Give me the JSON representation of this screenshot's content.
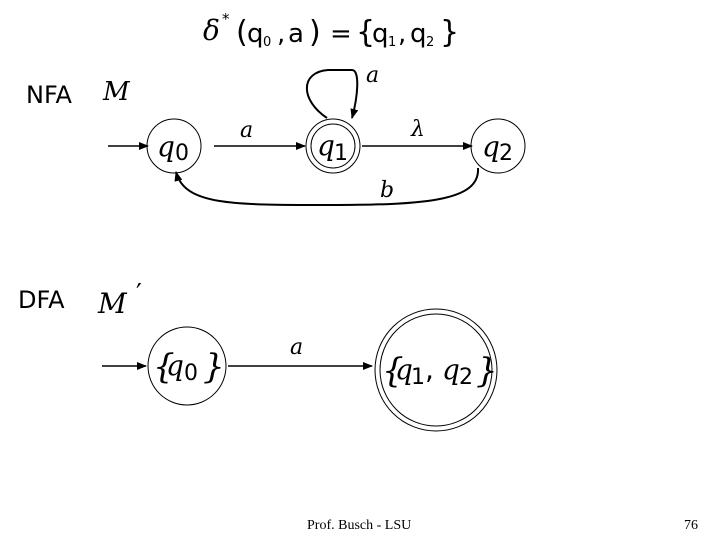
{
  "title": {
    "delta": "δ",
    "star": "*",
    "open_paren": "(",
    "q": "q",
    "q_sub0": "0",
    "comma1": ",",
    "a": "a",
    "close_paren": ")",
    "equals": "=",
    "open_brace": "{",
    "q1": "q",
    "q1_sub": "1",
    "comma2": ",",
    "q2": "q",
    "q2_sub": "2",
    "close_brace": "}"
  },
  "nfa": {
    "label": "NFA",
    "machine": "M",
    "states": [
      {
        "name": "q",
        "sub": "0"
      },
      {
        "name": "q",
        "sub": "1"
      },
      {
        "name": "q",
        "sub": "2"
      }
    ],
    "transitions": {
      "q0_q1": "a",
      "q1_loop": "a",
      "q1_q2": "λ",
      "q2_q0": "b"
    }
  },
  "dfa": {
    "label": "DFA",
    "machine": "M",
    "prime": "′",
    "state0": {
      "open": "{",
      "name": "q",
      "sub": "0",
      "close": "}"
    },
    "state1": {
      "open": "{",
      "name1": "q",
      "sub1": "1",
      "comma": ",",
      "name2": "q",
      "sub2": "2",
      "close": "}"
    },
    "transition": "a"
  },
  "footer": {
    "author": "Prof. Busch - LSU",
    "page": "76"
  }
}
